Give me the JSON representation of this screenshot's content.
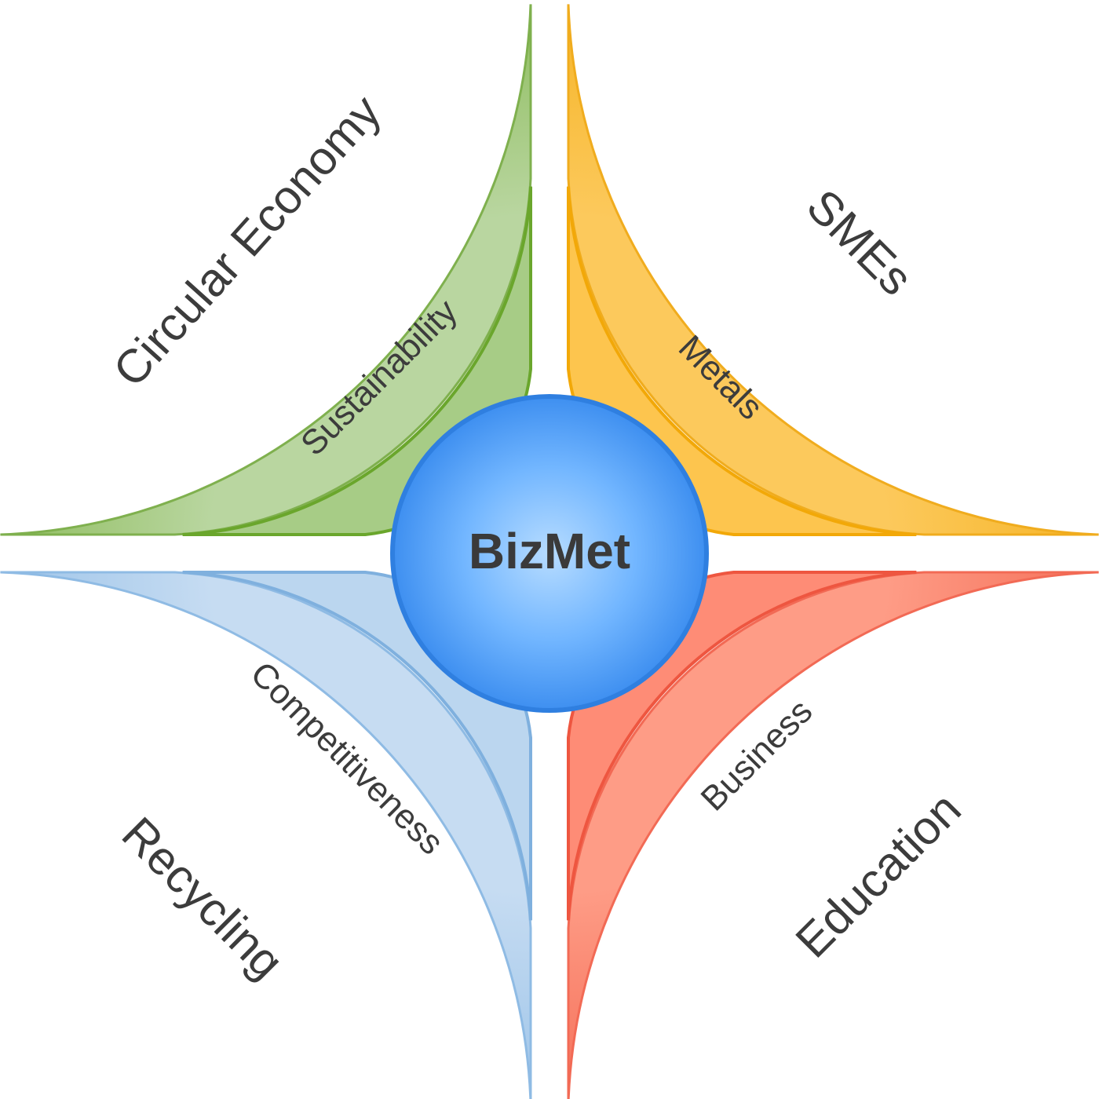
{
  "center": {
    "label": "BizMet",
    "color": "#4a9cf0"
  },
  "quadrants": [
    {
      "id": "top-left",
      "outer": {
        "label": "Circular Economy",
        "fill": "#b9d6a0",
        "stroke": "#7fb04e",
        "edge": "#8cbb5a"
      },
      "inner": {
        "label": "Sustainability",
        "fill": "#a7cc86",
        "stroke": "#6aa62c",
        "edge": "#6aa62c"
      }
    },
    {
      "id": "top-right",
      "outer": {
        "label": "SMEs",
        "fill": "#fcc95c",
        "stroke": "#f0ac1e",
        "edge": "#f5b324"
      },
      "inner": {
        "label": "Metals",
        "fill": "#fdc54e",
        "stroke": "#f2a808",
        "edge": "#f5ac06"
      }
    },
    {
      "id": "bottom-right",
      "outer": {
        "label": "Education",
        "fill": "#fe9c86",
        "stroke": "#f26a55",
        "edge": "#f46d56"
      },
      "inner": {
        "label": "Business",
        "fill": "#fe8c76",
        "stroke": "#ee5640",
        "edge": "#ee5640"
      }
    },
    {
      "id": "bottom-left",
      "outer": {
        "label": "Recycling",
        "fill": "#c6dcf2",
        "stroke": "#8fbbe4",
        "edge": "#9cc3e8"
      },
      "inner": {
        "label": "Competitiveness",
        "fill": "#bbd6ef",
        "stroke": "#7fb0de",
        "edge": "#7fb0de"
      }
    }
  ]
}
